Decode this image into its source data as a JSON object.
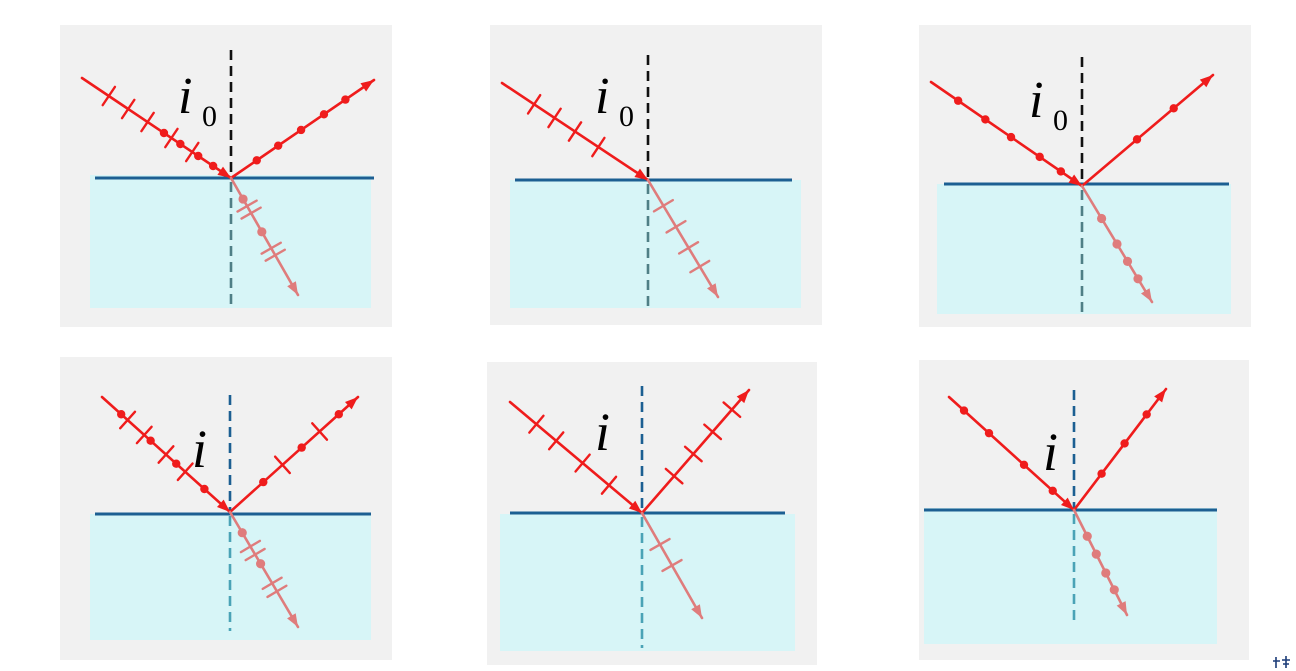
{
  "colors": {
    "panel_bg": "#f1f1f1",
    "medium": "#d7f5f7",
    "interface": "#1c5f92",
    "normal_above": "#111111",
    "normal_below": "#4f7f86",
    "normal_blue": "#1c5f92",
    "normal_blue_below": "#4aa3b6",
    "ray_incident_reflected": "#ef1c1c",
    "ray_refracted": "#df7c7c"
  },
  "angle_symbols": {
    "brewster": "i",
    "brewster_subscript": "0",
    "general": "i"
  },
  "panels": [
    {
      "id": "p1",
      "angle": "brewster",
      "incident": [
        "dot",
        "cross"
      ],
      "reflected": [
        "dot"
      ],
      "refracted": [
        "dot",
        "cross"
      ]
    },
    {
      "id": "p2",
      "angle": "brewster",
      "incident": [
        "cross"
      ],
      "reflected": [],
      "refracted": [
        "cross"
      ]
    },
    {
      "id": "p3",
      "angle": "brewster",
      "incident": [
        "dot"
      ],
      "reflected": [
        "dot"
      ],
      "refracted": [
        "dot"
      ]
    },
    {
      "id": "p4",
      "angle": "general",
      "incident": [
        "dot",
        "cross"
      ],
      "reflected": [
        "dot",
        "cross"
      ],
      "refracted": [
        "dot",
        "cross"
      ]
    },
    {
      "id": "p5",
      "angle": "general",
      "incident": [
        "cross"
      ],
      "reflected": [
        "cross"
      ],
      "refracted": [
        "cross"
      ]
    },
    {
      "id": "p6",
      "angle": "general",
      "incident": [
        "dot"
      ],
      "reflected": [
        "dot"
      ],
      "refracted": [
        "dot"
      ]
    }
  ]
}
